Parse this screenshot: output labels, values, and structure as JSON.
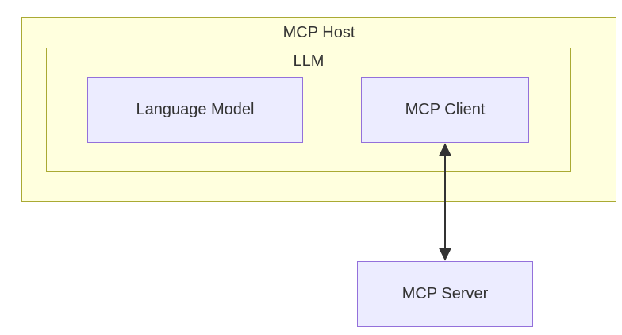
{
  "host": {
    "label": "MCP Host"
  },
  "llm": {
    "label": "LLM"
  },
  "nodes": {
    "language_model": "Language Model",
    "mcp_client": "MCP Client",
    "mcp_server": "MCP Server"
  },
  "edges": [
    {
      "from": "MCP Client",
      "to": "MCP Server",
      "direction": "bidirectional"
    }
  ],
  "colors": {
    "cluster_fill": "#ffffde",
    "cluster_border": "#aaaa33",
    "node_fill": "#ececff",
    "node_border": "#9370db",
    "text": "#333333",
    "edge": "#333333"
  }
}
